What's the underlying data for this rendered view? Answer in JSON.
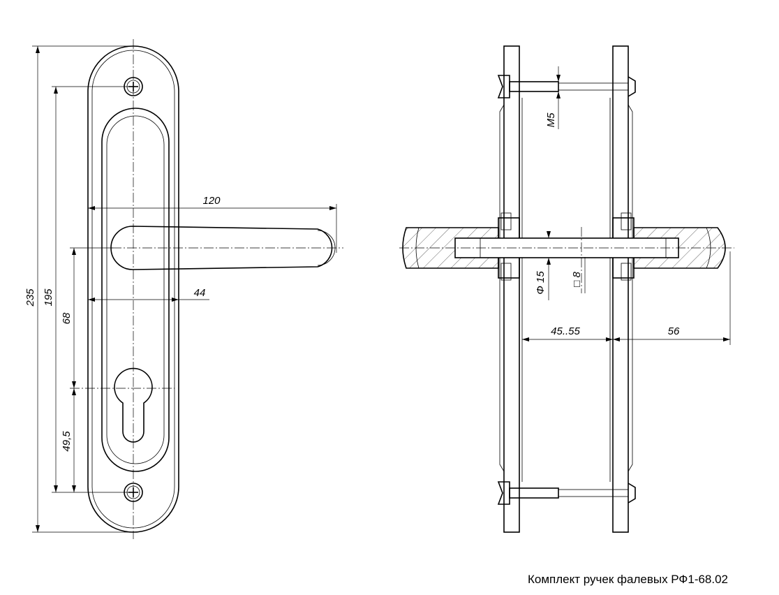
{
  "caption": "Комплект ручек фалевых РФ1-68.02",
  "dimensions": {
    "overall_height": "235",
    "screw_spacing": "195",
    "lever_to_cylinder": "68",
    "cylinder_to_screw": "49,5",
    "lever_length": "120",
    "plate_half_width": "44",
    "screw_thread": "M5",
    "spindle_diameter": "Φ 15",
    "spindle_square": "□ 8",
    "door_thickness": "45..55",
    "lever_projection": "56"
  },
  "colors": {
    "line": "#000000",
    "background": "#ffffff"
  }
}
